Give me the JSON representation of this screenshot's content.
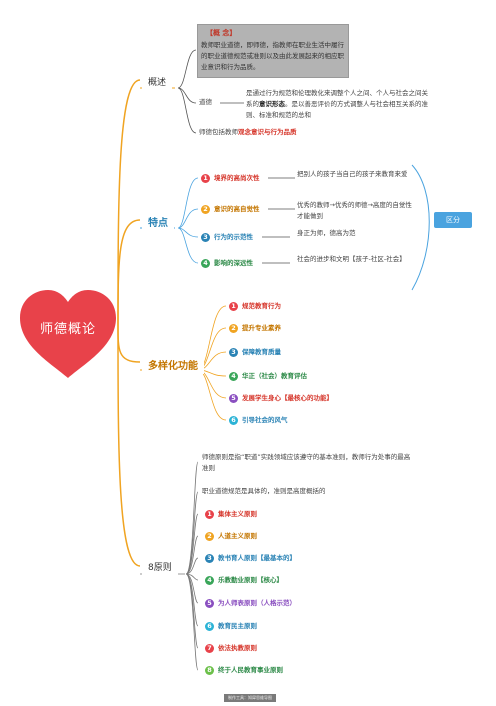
{
  "center": {
    "label": "师德概论",
    "color": "#e8424a"
  },
  "concept": {
    "tag": "【概 念】",
    "body": "教师职业道德，即师德，指教师在职业生活中履行的职业道德规范或准则以及由此发展起来的相应职业意识和行为品质。"
  },
  "gaishu": {
    "label": "概述",
    "daode_label": "道德",
    "daode_text_1": "是通过行为规范和伦理教化来调整个人之间、个人与社会之间关系的",
    "daode_bold": "意识形态",
    "daode_text_2": "。是以善恶评价的方式调整人与社会相互关系的准则、标准和规范的总和",
    "baokuo_text": "师德包括教师",
    "baokuo_red": "观念意识与行为品质"
  },
  "tedian": {
    "label": "特点",
    "items": [
      {
        "n": "1",
        "label": "境界的高尚次性",
        "desc": "把别人的孩子当自己的孩子来教育来爱",
        "color": "#e8424a",
        "labelColor": "#d6372c"
      },
      {
        "n": "2",
        "label": "意识的高自觉性",
        "desc": "优秀的教师→优秀的师德→高度的自觉性才能做到",
        "color": "#f0a422",
        "labelColor": "#c47600"
      },
      {
        "n": "3",
        "label": "行为的示范性",
        "desc": "身正为师，德高为范",
        "color": "#2a83b5",
        "labelColor": "#2a83b5"
      },
      {
        "n": "4",
        "label": "影响的深远性",
        "desc": "社会的进步和文明【孩子-社区-社会】",
        "color": "#3aa65a",
        "labelColor": "#2d8a48"
      }
    ],
    "qubie": "区分"
  },
  "duoyang": {
    "label": "多样化功能",
    "items": [
      {
        "n": "1",
        "label": "规范教育行为",
        "color": "#e8424a",
        "labelColor": "#d6372c"
      },
      {
        "n": "2",
        "label": "提升专业素养",
        "color": "#f0a422",
        "labelColor": "#c47600"
      },
      {
        "n": "3",
        "label": "保障教育质量",
        "color": "#2a83b5",
        "labelColor": "#2a83b5"
      },
      {
        "n": "4",
        "label": "华正（社会）教育评估",
        "color": "#3aa65a",
        "labelColor": "#2d8a48"
      },
      {
        "n": "5",
        "label": "发展学生身心【最核心的功能】",
        "color": "#8a4fc0",
        "labelColor": "#d6372c"
      },
      {
        "n": "6",
        "label": "引导社会的风气",
        "color": "#2bb3d6",
        "labelColor": "#2a83b5"
      }
    ]
  },
  "bayuanze": {
    "label": "8原则",
    "intro1": "师德原则是指“职道”实践领域应该遵守的基本准则，教师行为处事的最高准则",
    "intro2": "职业道德规范是具体的，准则是高度概括的",
    "items": [
      {
        "n": "1",
        "label": "集体主义原则",
        "color": "#e8424a",
        "labelColor": "#d6372c"
      },
      {
        "n": "2",
        "label": "人道主义原则",
        "color": "#f0a422",
        "labelColor": "#c47600"
      },
      {
        "n": "3",
        "label": "教书育人原则【最基本的】",
        "color": "#2a83b5",
        "labelColor": "#2a83b5"
      },
      {
        "n": "4",
        "label": "乐教勤业原则【核心】",
        "color": "#3aa65a",
        "labelColor": "#2d8a48"
      },
      {
        "n": "5",
        "label": "为人师表原则（人格示范）",
        "color": "#8a4fc0",
        "labelColor": "#8a4fc0"
      },
      {
        "n": "6",
        "label": "教育民主原则",
        "color": "#2bb3d6",
        "labelColor": "#2a83b5"
      },
      {
        "n": "7",
        "label": "依法执教原则",
        "color": "#e8424a",
        "labelColor": "#d6372c"
      },
      {
        "n": "8",
        "label": "终于人民教育事业原则",
        "color": "#6cc04a",
        "labelColor": "#2d8a48"
      }
    ]
  },
  "footer": "制作工具：知犀思维导图"
}
